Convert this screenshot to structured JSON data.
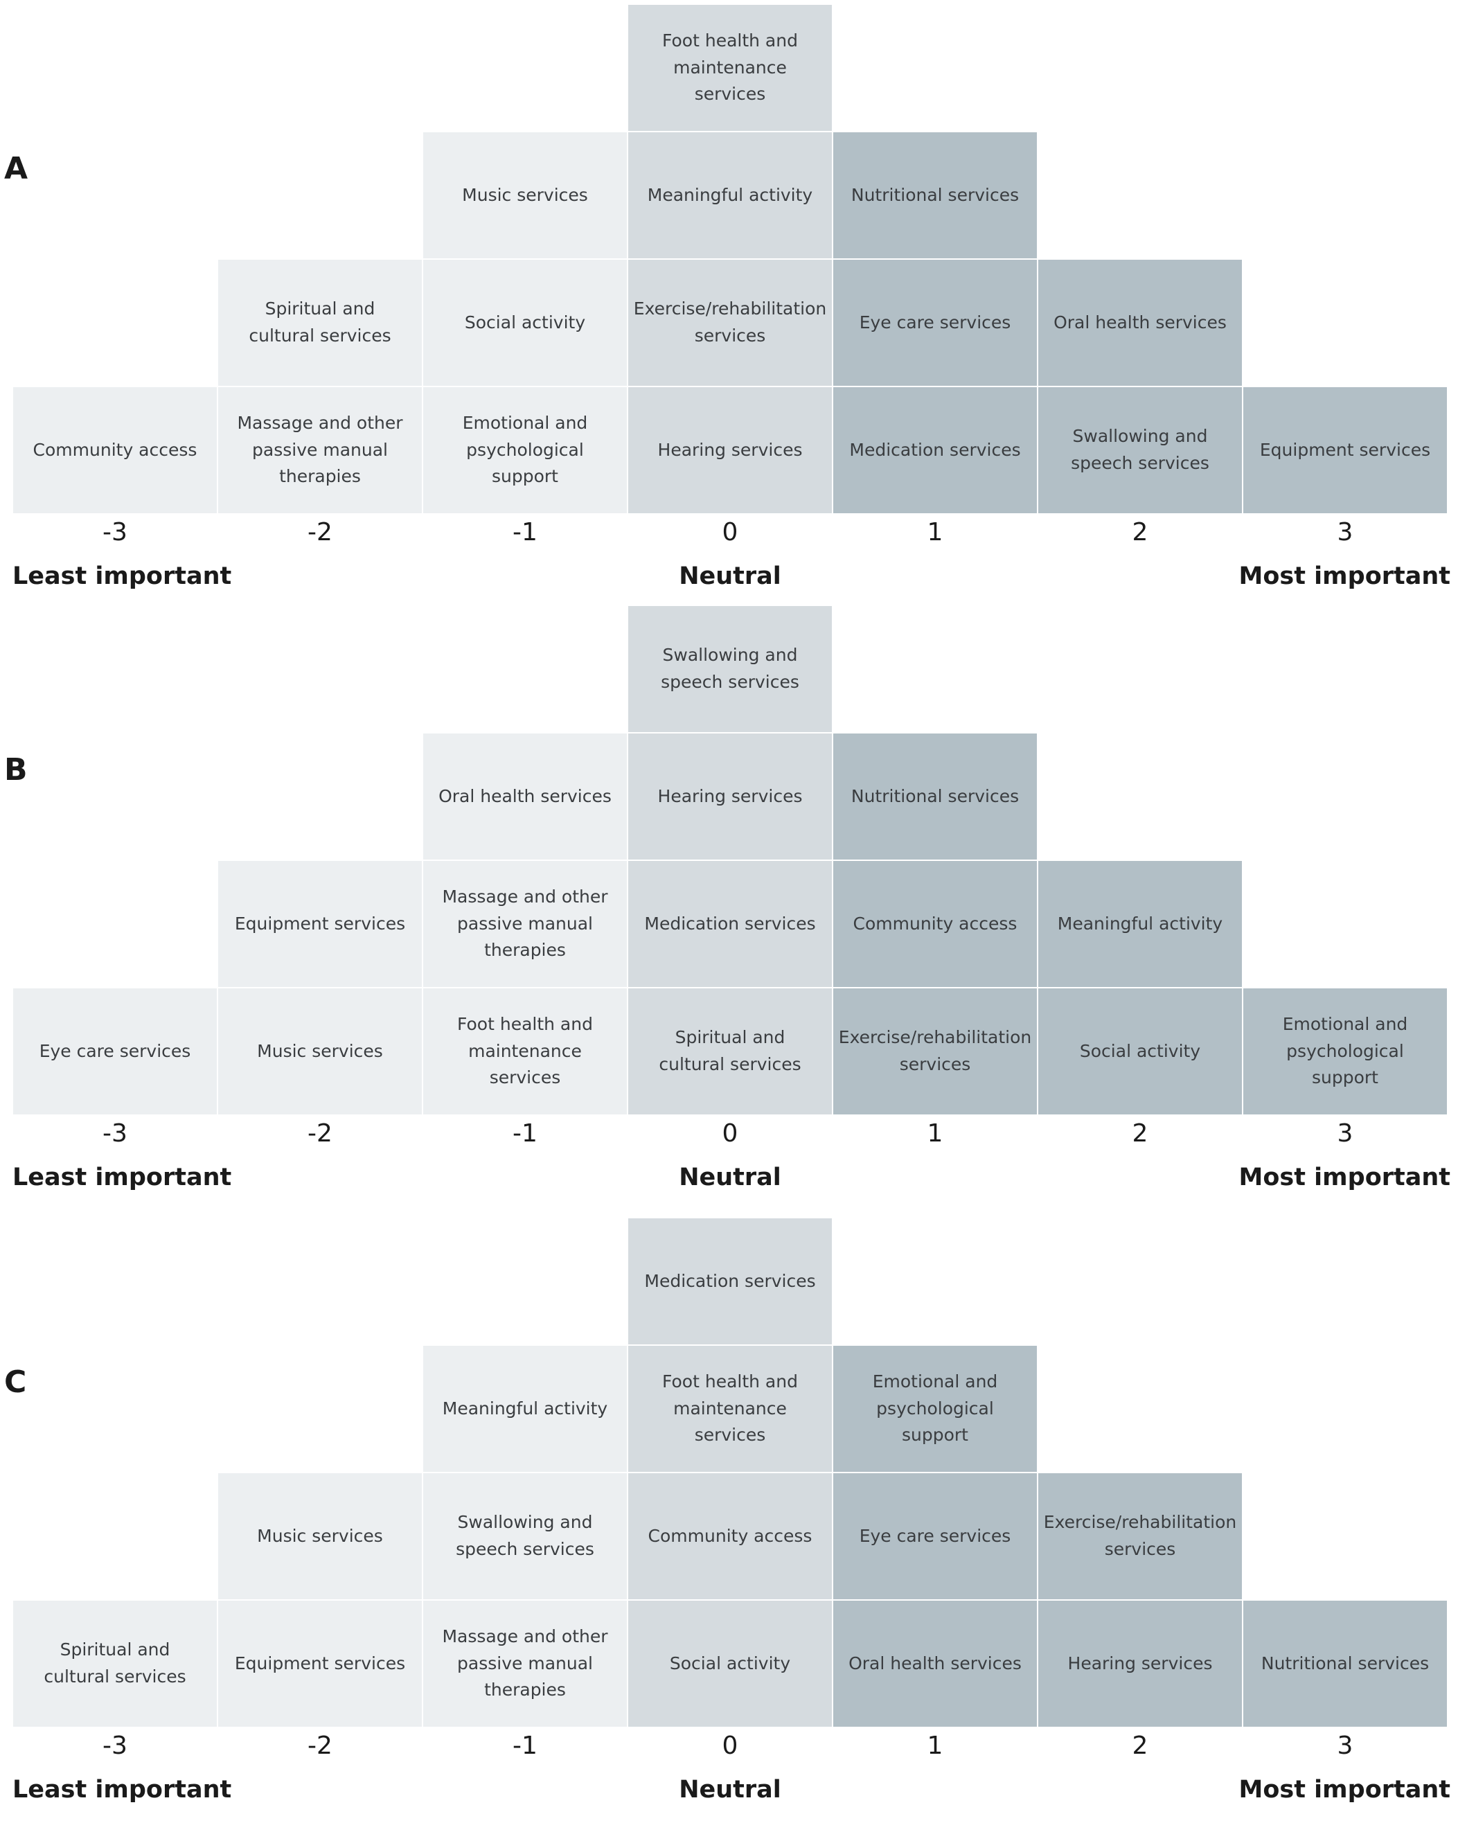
{
  "colors": {
    "negative": "#eceff1",
    "neutral": "#d5dbdf",
    "positive": "#b2bfc6",
    "text": "#3a3d40"
  },
  "axis": {
    "scores": [
      "-3",
      "-2",
      "-1",
      "0",
      "1",
      "2",
      "3"
    ],
    "least_label": "Least important",
    "neutral_label": "Neutral",
    "most_label": "Most important"
  },
  "panels": [
    {
      "letter": "A",
      "columns": [
        [
          "Community access"
        ],
        [
          "Massage and other passive manual therapies",
          "Spiritual and cultural services"
        ],
        [
          "Emotional and psychological support",
          "Social activity",
          "Music services"
        ],
        [
          "Hearing services",
          "Exercise/rehabilitation services",
          "Meaningful activity",
          "Foot health and maintenance services"
        ],
        [
          "Medication services",
          "Eye care services",
          "Nutritional services"
        ],
        [
          "Swallowing and speech services",
          "Oral health services"
        ],
        [
          "Equipment services"
        ]
      ]
    },
    {
      "letter": "B",
      "columns": [
        [
          "Eye care services"
        ],
        [
          "Music services",
          "Equipment services"
        ],
        [
          "Foot health and maintenance services",
          "Massage and other passive manual therapies",
          "Oral health services"
        ],
        [
          "Spiritual and cultural services",
          "Medication services",
          "Hearing services",
          "Swallowing and speech services"
        ],
        [
          "Exercise/rehabilitation services",
          "Community access",
          "Nutritional services"
        ],
        [
          "Social activity",
          "Meaningful activity"
        ],
        [
          "Emotional and psychological support"
        ]
      ]
    },
    {
      "letter": "C",
      "columns": [
        [
          "Spiritual and cultural services"
        ],
        [
          "Equipment services",
          "Music services"
        ],
        [
          "Massage and other passive manual therapies",
          "Swallowing and speech services",
          "Meaningful activity"
        ],
        [
          "Social activity",
          "Community access",
          "Foot health and maintenance services",
          "Medication services"
        ],
        [
          "Oral health services",
          "Eye care services",
          "Emotional and psychological support"
        ],
        [
          "Hearing services",
          "Exercise/rehabilitation services"
        ],
        [
          "Nutritional services"
        ]
      ]
    }
  ]
}
